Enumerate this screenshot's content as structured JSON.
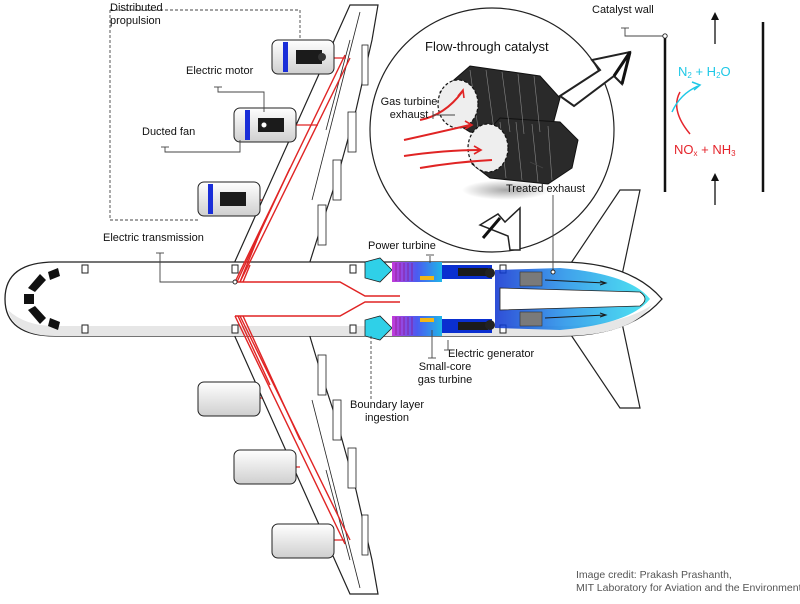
{
  "labels": {
    "distributed_propulsion": "Distributed propulsion",
    "electric_motor": "Electric motor",
    "ducted_fan": "Ducted fan",
    "electric_transmission": "Electric transmission",
    "power_turbine": "Power turbine",
    "electric_generator": "Electric generator",
    "small_core_gas_turbine": "Small-core gas turbine",
    "boundary_layer_ingestion": "Boundary layer ingestion",
    "flow_through_catalyst": "Flow-through catalyst",
    "gas_turbine_exhaust": "Gas turbine exhaust",
    "treated_exhaust": "Treated exhaust",
    "catalyst_wall": "Catalyst wall"
  },
  "chemistry": {
    "products": {
      "a": "N",
      "a_sub": "2",
      "plus": " + H",
      "b_sub": "2",
      "b": "O"
    },
    "reactants": {
      "a": "NO",
      "a_sub": "x",
      "plus": " + NH",
      "b_sub": "3"
    }
  },
  "credit": {
    "line1": "Image credit: Prakash Prashanth,",
    "line2": "MIT Laboratory for Aviation and the Environment."
  },
  "colors": {
    "outline": "#222222",
    "wire": "#e02424",
    "motor_blue": "#1a2ed8",
    "exhaust_cyan": "#22c8e0",
    "nitrogen_cyan": "#1ec8e6",
    "nox_red": "#e5252c",
    "leader_gray": "#555555"
  }
}
